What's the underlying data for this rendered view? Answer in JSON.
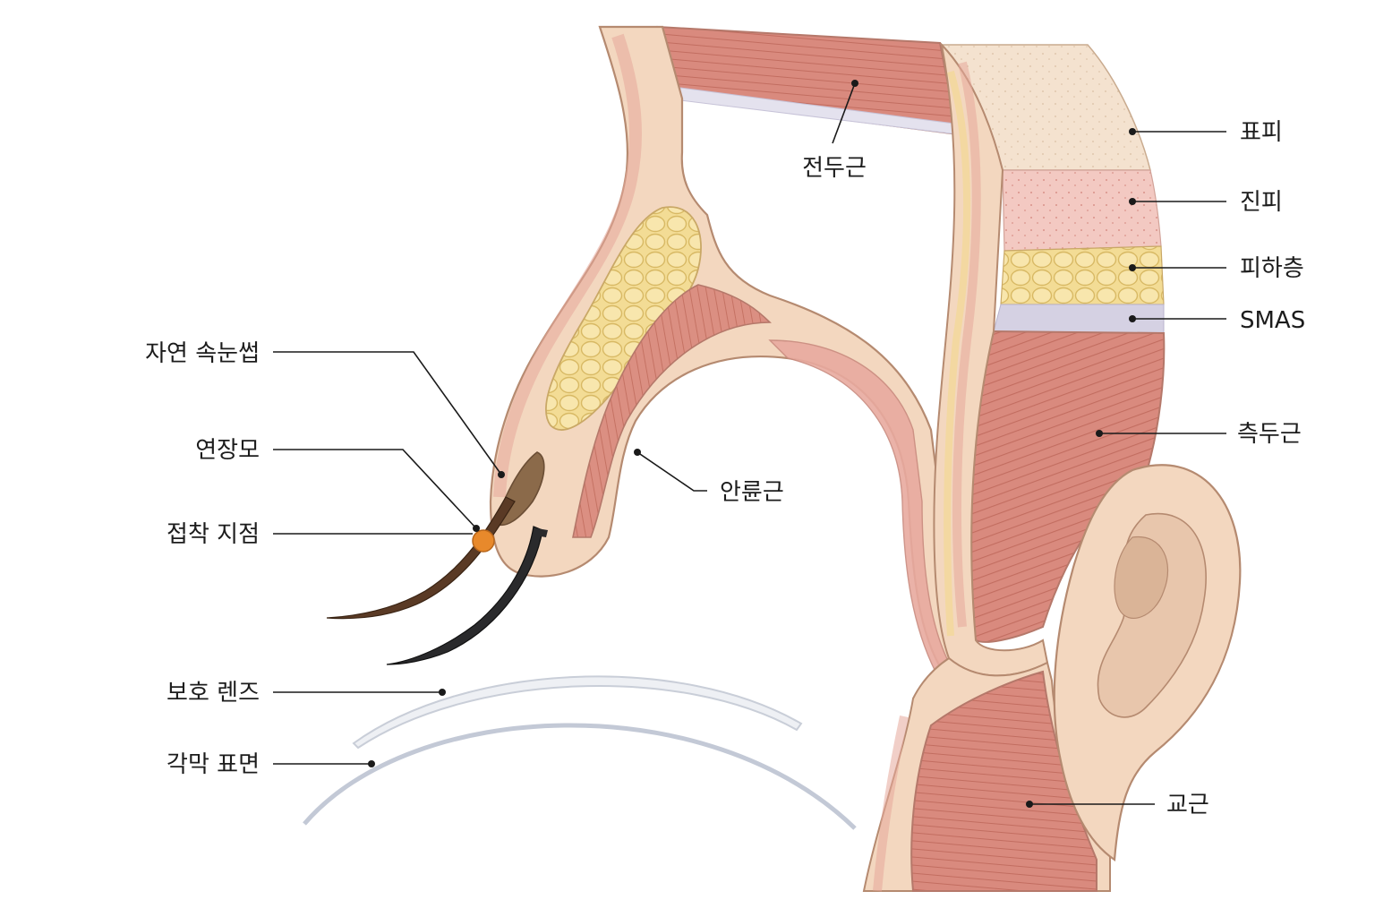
{
  "labels": {
    "frontalis": "전두근",
    "epidermis": "표피",
    "dermis": "진피",
    "subcutaneous": "피하층",
    "smas": "SMAS",
    "temporalis": "측두근",
    "natural_lash": "자연 속눈썹",
    "extension": "연장모",
    "orbicularis": "안륜근",
    "bond_point": "접착 지점",
    "protective_lens": "보호 렌즈",
    "cornea_surface": "각막 표면",
    "masseter": "교근"
  },
  "colors": {
    "skin": "#f3d7bf",
    "skin_light": "#f7e4d0",
    "dermis": "#f4c9c3",
    "fat": "#f4df9e",
    "smas": "#cfcbe0",
    "muscle": "#d98a7e",
    "muscle_dark": "#c9705f",
    "outline": "#b58a70",
    "bond": "#e8892b",
    "lens": "#c9ced8"
  }
}
